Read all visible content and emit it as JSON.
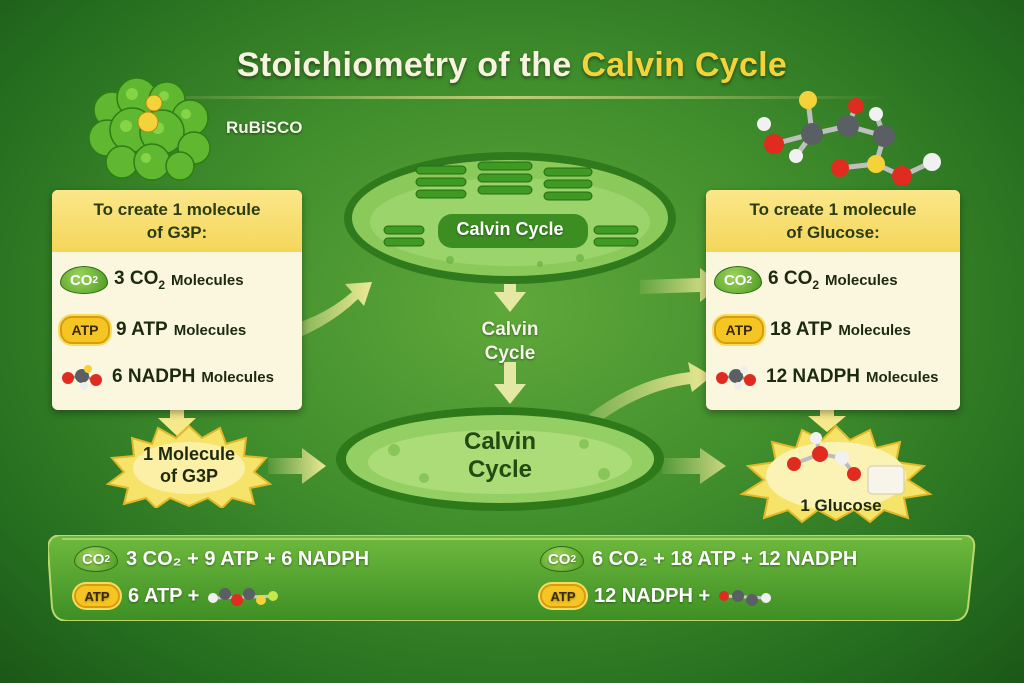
{
  "title": {
    "part1": "Stoichiometry of the",
    "part2": "Calvin Cycle"
  },
  "rubisco_label": "RuBiSCO",
  "left_card": {
    "header": [
      "To create 1 molecule",
      "of G3P:"
    ],
    "rows": [
      {
        "icon": "co2-badge",
        "text": "3 CO",
        "sub": "2",
        "suffix": "Molecules"
      },
      {
        "icon": "atp-badge",
        "text": "9 ATP",
        "suffix": "Molecules"
      },
      {
        "icon": "molecule-icon",
        "text": "6 NADPH",
        "suffix": "Molecules"
      }
    ]
  },
  "right_card": {
    "header": [
      "To create 1 molecule",
      "of Glucose:"
    ],
    "rows": [
      {
        "icon": "co2-badge",
        "text": "6 CO",
        "sub": "2",
        "suffix": "Molecules"
      },
      {
        "icon": "atp-badge",
        "text": "18 ATP",
        "suffix": "Molecules"
      },
      {
        "icon": "molecule-icon",
        "text": "12 NADPH",
        "suffix": "Molecules"
      }
    ]
  },
  "badges": {
    "co2": "CO",
    "co2_sub": "2",
    "atp": "ATP"
  },
  "chloroplast_top_label": "Calvin Cycle",
  "middle_label": [
    "Calvin",
    "Cycle"
  ],
  "chloroplast_bottom_label": [
    "Calvin",
    "Cycle"
  ],
  "g3p_burst": [
    "1 Molecule",
    "of G3P"
  ],
  "glucose_label": "1 Glucose",
  "equations": {
    "left_line1": "3 CO₂ +  9 ATP +  6 NADPH",
    "left_line2": "6 ATP  +",
    "right_line1": "6 CO₂ + 18 ATP + 12 NADPH",
    "right_line2": "12 NADPH +"
  },
  "colors": {
    "background": "#3f8c2c",
    "card": "#fbf7df",
    "card_header": "#f4d65a",
    "accent_yellow": "#f3d23a",
    "chloroplast": "#7cc04a"
  }
}
